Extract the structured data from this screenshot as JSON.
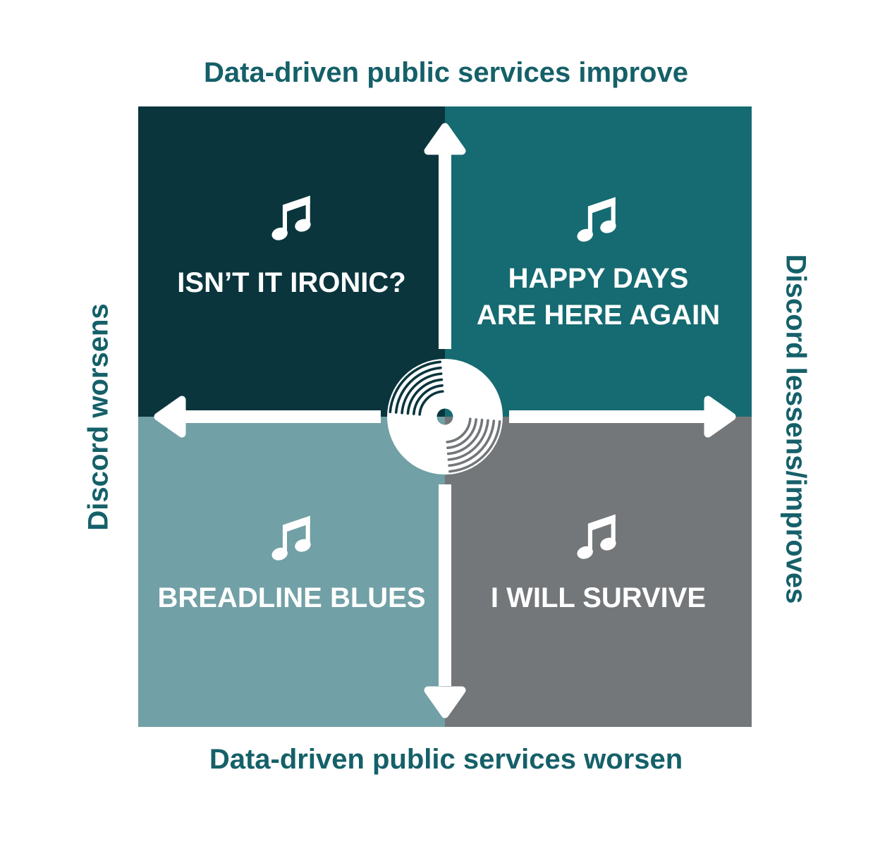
{
  "axes": {
    "top": "Data-driven public services improve",
    "bottom": "Data-driven public services worsen",
    "left": "Discord worsens",
    "right": "Discord lessens/improves"
  },
  "quadrants": {
    "top_left": {
      "title": "ISN’T IT IRONIC?",
      "color": "#0a353d"
    },
    "top_right": {
      "title": "HAPPY DAYS\nARE HERE AGAIN",
      "color": "#156b71"
    },
    "bottom_left": {
      "title": "BREADLINE BLUES",
      "color": "#71a0a6"
    },
    "bottom_right": {
      "title": "I WILL SURVIVE",
      "color": "#737779"
    }
  },
  "colors": {
    "background": "#ffffff",
    "axis_text": "#156069",
    "quadrant_title_text": "#ffffff",
    "arrow": "#ffffff",
    "record_disc": "#ffffff",
    "record_groove_upper_left": "#0a353d",
    "record_groove_lower_right": "#737779",
    "note_icon": "#ffffff"
  },
  "icons": {
    "center_icon": "vinyl-record-icon",
    "quadrant_icon": "beamed-eighth-notes-icon",
    "axis_icons": [
      "arrow-up-icon",
      "arrow-down-icon",
      "arrow-left-icon",
      "arrow-right-icon"
    ]
  }
}
